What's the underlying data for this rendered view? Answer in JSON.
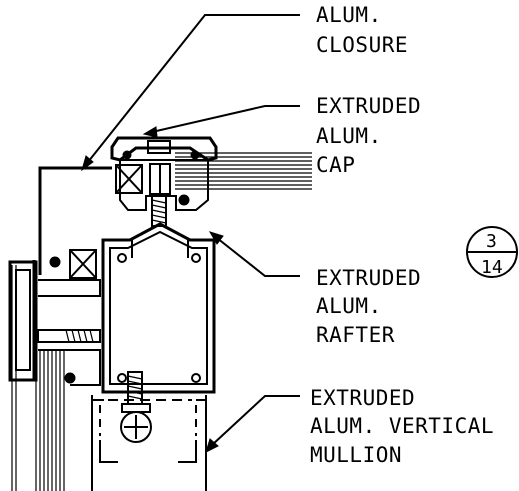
{
  "labels": {
    "closure": [
      "ALUM.",
      "CLOSURE"
    ],
    "cap": [
      "EXTRUDED",
      "ALUM.",
      "CAP"
    ],
    "rafter": [
      "EXTRUDED",
      "ALUM.",
      "RAFTER"
    ],
    "mullion": [
      "EXTRUDED",
      "ALUM. VERTICAL",
      "MULLION"
    ]
  },
  "detail_ref": {
    "number": "3",
    "sheet": "14"
  }
}
